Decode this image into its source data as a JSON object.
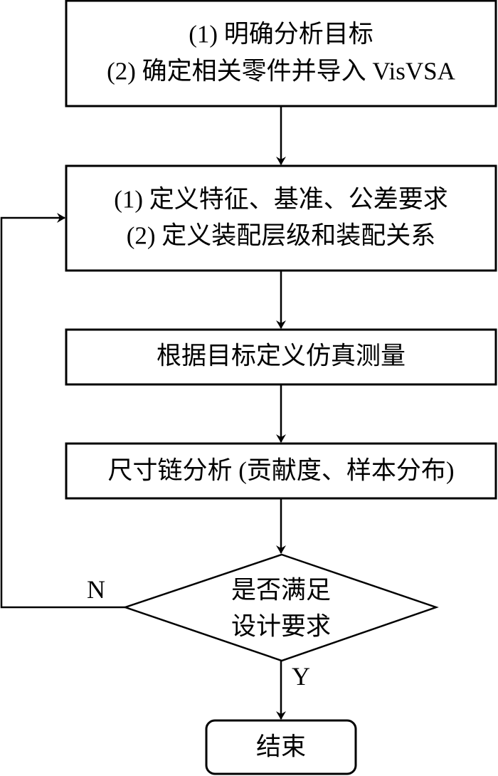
{
  "diagram": {
    "type": "flowchart",
    "colors": {
      "stroke": "#000000",
      "fill": "#ffffff",
      "text": "#000000"
    },
    "nodes": [
      {
        "id": "step1",
        "shape": "rectangle",
        "lines": [
          "(1)  明确分析目标",
          "(2)  确定相关零件并导入 VisVSA"
        ]
      },
      {
        "id": "step2",
        "shape": "rectangle",
        "lines": [
          "(1)  定义特征、基准、公差要求",
          "(2)  定义装配层级和装配关系"
        ]
      },
      {
        "id": "step3",
        "shape": "rectangle",
        "lines": [
          "根据目标定义仿真测量"
        ]
      },
      {
        "id": "step4",
        "shape": "rectangle",
        "lines": [
          "尺寸链分析 (贡献度、样本分布)"
        ]
      },
      {
        "id": "decision",
        "shape": "diamond",
        "lines": [
          "是否满足",
          "设计要求"
        ]
      },
      {
        "id": "end",
        "shape": "rounded-rectangle",
        "lines": [
          "结束"
        ]
      }
    ],
    "edges": [
      {
        "from": "step1",
        "to": "step2",
        "label": ""
      },
      {
        "from": "step2",
        "to": "step3",
        "label": ""
      },
      {
        "from": "step3",
        "to": "step4",
        "label": ""
      },
      {
        "from": "step4",
        "to": "decision",
        "label": ""
      },
      {
        "from": "decision",
        "to": "end",
        "label": "Y"
      },
      {
        "from": "decision",
        "to": "step2",
        "label": "N"
      }
    ]
  }
}
